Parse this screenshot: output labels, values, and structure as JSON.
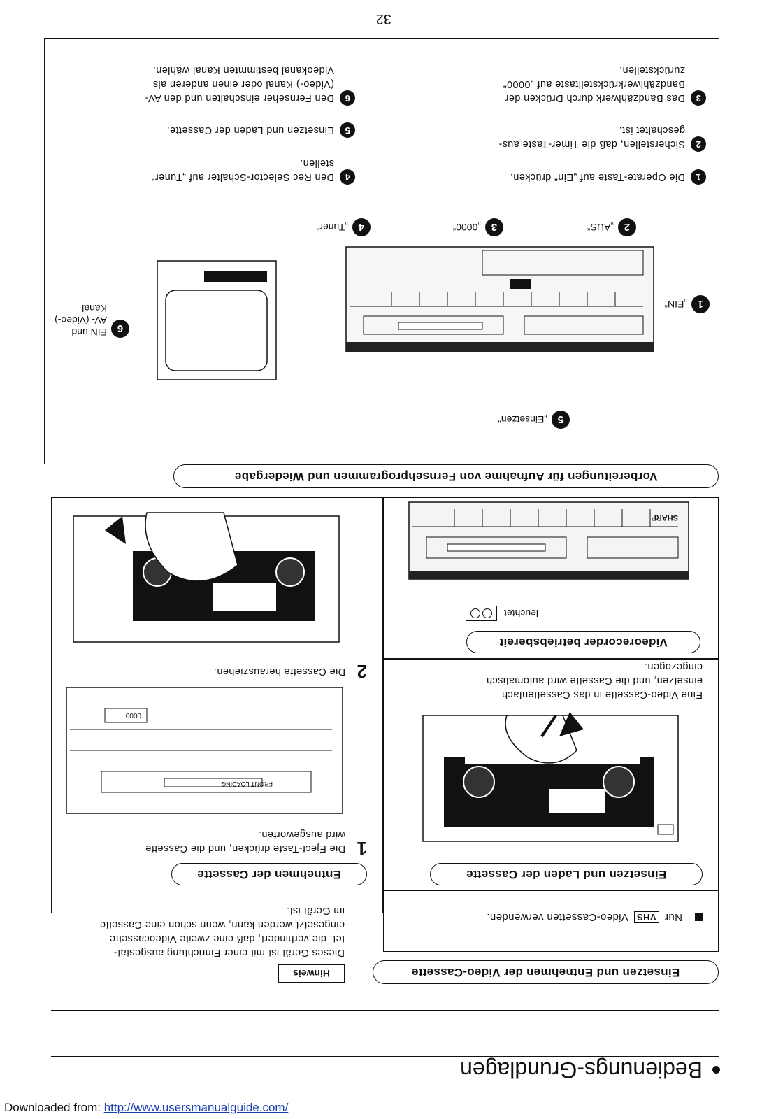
{
  "page_number": "32",
  "section_title": "Bedienungs-Grundlagen",
  "pill_video_cassette": "Einsetzen und Entnehmen der Video-Cassette",
  "hinweis": {
    "label": "Hinweis",
    "text": "Dieses Gerät ist mit einer Einrichtung ausgestat-\ntet, die verhindert, daß eine zweite Videocassette\neingesetzt werden kann, wenn schon eine Cassette\nim Gerät ist."
  },
  "vhs_note": {
    "prefix": "Nur",
    "logo": "VHS",
    "suffix": "Video-Cassetten verwenden."
  },
  "einsetzen": {
    "title": "Einsetzen und Laden der Cassette",
    "text": "Eine Video-Cassette in das Cassettenfach\neinsetzen, und die Cassette wird automatisch\neingezogen."
  },
  "entnehmen": {
    "title": "Entnehmen der Cassette",
    "step1_num": "1",
    "step1_text": "Die Eject-Taste drücken, und die Cassette\nwird ausgeworfen.",
    "step2_num": "2",
    "step2_text": "Die Cassette herausziehen."
  },
  "betriebsbereit": {
    "title": "Videorecorder betriebsbereit",
    "indicator_label": "leuchtet",
    "brand": "SHARP"
  },
  "vorbereitungen": {
    "title": "Vorbereitungen für Aufnahme von Fernsehprogrammen und Wiedergabe",
    "callouts": [
      {
        "num": "1",
        "text": "„EIN“"
      },
      {
        "num": "2",
        "text": "„AUS“"
      },
      {
        "num": "3",
        "text": "„0000“"
      },
      {
        "num": "4",
        "text": "„Tuner“"
      },
      {
        "num": "5",
        "text": "„Einsetzen“"
      },
      {
        "num": "6",
        "text": "EIN und\nAV- (Video-)\nKanal"
      }
    ],
    "steps": [
      {
        "num": "1",
        "text": "Die Operate-Taste auf „Ein“ drücken."
      },
      {
        "num": "2",
        "text": "Sicherstellen, daß die Timer-Taste aus-\ngeschaltet ist."
      },
      {
        "num": "3",
        "text": "Das Bandzählwerk durch Drücken der\nBandzählwerkrückstelltaste auf „0000“\nzurückstellen."
      },
      {
        "num": "4",
        "text": "Den Rec Selector-Schalter auf „Tuner“\nstellen."
      },
      {
        "num": "5",
        "text": "Einsetzen und Laden der Cassette."
      },
      {
        "num": "6",
        "text": "Den Fernseher einschalten und den AV-\n(Video-) Kanal oder einen anderen als\nVideokanal bestimmten Kanal wählen."
      }
    ]
  },
  "vcr_labels": {
    "front_loading": "FRONT LOADING",
    "vhs": "VHS",
    "counter": "0000"
  },
  "footer": {
    "prefix": "Downloaded from: ",
    "link": "http://www.usersmanualguide.com/"
  }
}
